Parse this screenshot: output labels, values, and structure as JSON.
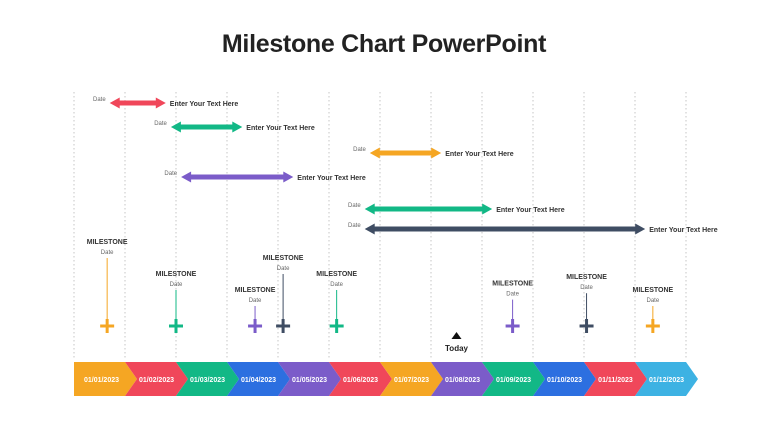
{
  "title": "Milestone Chart PowerPoint",
  "colors": {
    "orange": "#F5A623",
    "red": "#F0475A",
    "green": "#12B886",
    "blue": "#2C6FE0",
    "purple": "#7B5CC9",
    "slate": "#3F4D63",
    "cyan": "#3DB2E3",
    "text": "#333333",
    "muted": "#666666"
  },
  "months": [
    {
      "label": "01/01/2023",
      "color": "orange"
    },
    {
      "label": "01/02/2023",
      "color": "red"
    },
    {
      "label": "01/03/2023",
      "color": "green"
    },
    {
      "label": "01/04/2023",
      "color": "blue"
    },
    {
      "label": "01/05/2023",
      "color": "purple"
    },
    {
      "label": "01/06/2023",
      "color": "red"
    },
    {
      "label": "01/07/2023",
      "color": "orange"
    },
    {
      "label": "01/08/2023",
      "color": "purple"
    },
    {
      "label": "01/09/2023",
      "color": "green"
    },
    {
      "label": "01/10/2023",
      "color": "blue"
    },
    {
      "label": "01/11/2023",
      "color": "red"
    },
    {
      "label": "01/12/2023",
      "color": "cyan"
    }
  ],
  "ranges": [
    {
      "date_label": "Date",
      "text": "Enter Your Text Here",
      "start": 0.7,
      "end": 1.8,
      "color": "red"
    },
    {
      "date_label": "Date",
      "text": "Enter Your Text Here",
      "start": 1.9,
      "end": 3.3,
      "color": "green"
    },
    {
      "date_label": "Date",
      "text": "Enter Your Text Here",
      "start": 5.8,
      "end": 7.2,
      "color": "orange"
    },
    {
      "date_label": "Date",
      "text": "Enter Your Text Here",
      "start": 2.1,
      "end": 4.3,
      "color": "purple"
    },
    {
      "date_label": "Date",
      "text": "Enter Your Text Here",
      "start": 5.7,
      "end": 8.2,
      "color": "green"
    },
    {
      "date_label": "Date",
      "text": "Enter Your Text Here",
      "start": 5.7,
      "end": 11.2,
      "color": "slate"
    }
  ],
  "milestones": [
    {
      "title": "MILESTONE",
      "date_label": "Date",
      "pos": 0.65,
      "level": 0,
      "color": "orange"
    },
    {
      "title": "MILESTONE",
      "date_label": "Date",
      "pos": 2.0,
      "level": 2,
      "color": "green"
    },
    {
      "title": "MILESTONE",
      "date_label": "Date",
      "pos": 3.55,
      "level": 3,
      "color": "purple"
    },
    {
      "title": "MILESTONE",
      "date_label": "Date",
      "pos": 4.1,
      "level": 1,
      "color": "slate"
    },
    {
      "title": "MILESTONE",
      "date_label": "Date",
      "pos": 5.15,
      "level": 2,
      "color": "green"
    },
    {
      "title": "MILESTONE",
      "date_label": "Date",
      "pos": 8.6,
      "level": 2.6,
      "color": "purple"
    },
    {
      "title": "MILESTONE",
      "date_label": "Date",
      "pos": 10.05,
      "level": 2.2,
      "color": "slate"
    },
    {
      "title": "MILESTONE",
      "date_label": "Date",
      "pos": 11.35,
      "level": 3,
      "color": "orange"
    }
  ],
  "today": {
    "label": "Today",
    "pos": 7.5
  }
}
